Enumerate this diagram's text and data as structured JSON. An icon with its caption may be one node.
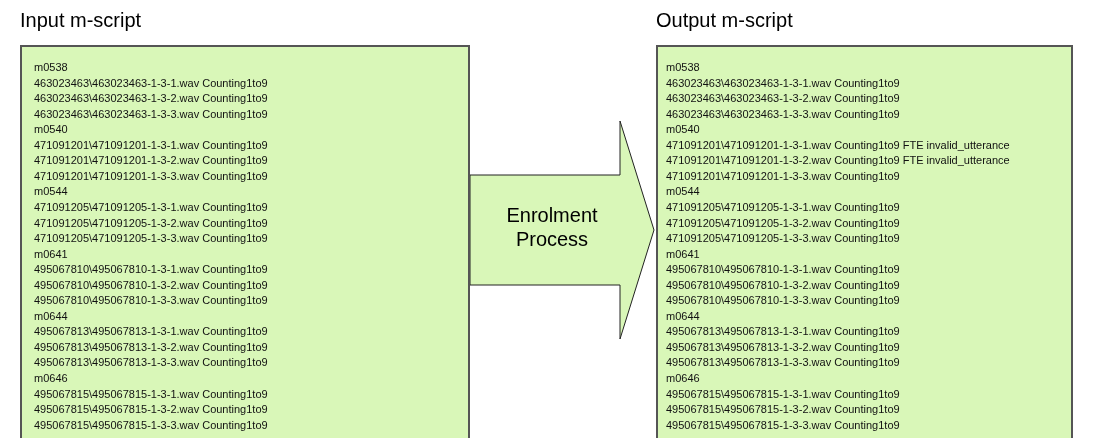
{
  "diagram": {
    "nodes": [
      {
        "text": [
          "Input m-script",
          "m0538",
          "463023463\\463023463-1-3-1.wav Counting1to9",
          "463023463\\463023463-1-3-2.wav Counting1to9",
          "463023463\\463023463-1-3-3.wav Counting1to9",
          "m0540",
          "471091201\\471091201-1-3-1.wav Counting1to9",
          "471091201\\471091201-1-3-2.wav Counting1to9",
          "471091201\\471091201-1-3-3.wav Counting1to9",
          "m0544",
          "471091205\\471091205-1-3-1.wav Counting1to9",
          "471091205\\471091205-1-3-2.wav Counting1to9",
          "471091205\\471091205-1-3-3.wav Counting1to9",
          "m0641",
          "495067810\\495067810-1-3-1.wav Counting1to9",
          "495067810\\495067810-1-3-2.wav Counting1to9",
          "495067810\\495067810-1-3-3.wav Counting1to9",
          "m0644",
          "495067813\\495067813-1-3-1.wav Counting1to9",
          "495067813\\495067813-1-3-2.wav Counting1to9",
          "495067813\\495067813-1-3-3.wav Counting1to9",
          "m0646",
          "495067815\\495067815-1-3-1.wav Counting1to9",
          "495067815\\495067815-1-3-2.wav Counting1to9",
          "495067815\\495067815-1-3-3.wav Counting1to9"
        ]
      },
      {
        "text": [
          "Output m-script",
          "m0538",
          "463023463\\463023463-1-3-1.wav Counting1to9",
          "463023463\\463023463-1-3-2.wav Counting1to9",
          "463023463\\463023463-1-3-3.wav Counting1to9",
          "m0540",
          "471091201\\471091201-1-3-1.wav Counting1to9 FTE invalid_utterance",
          "471091201\\471091201-1-3-2.wav Counting1to9 FTE invalid_utterance",
          "471091201\\471091201-1-3-3.wav Counting1to9",
          "m0544",
          "471091205\\471091205-1-3-1.wav Counting1to9",
          "471091205\\471091205-1-3-2.wav Counting1to9",
          "471091205\\471091205-1-3-3.wav Counting1to9",
          "m0641",
          "495067810\\495067810-1-3-1.wav Counting1to9",
          "495067810\\495067810-1-3-2.wav Counting1to9",
          "495067810\\495067810-1-3-3.wav Counting1to9",
          "m0644",
          "495067813\\495067813-1-3-1.wav Counting1to9",
          "495067813\\495067813-1-3-2.wav Counting1to9",
          "495067813\\495067813-1-3-3.wav Counting1to9",
          "m0646",
          "495067815\\495067815-1-3-1.wav Counting1to9",
          "495067815\\495067815-1-3-2.wav Counting1to9",
          "495067815\\495067815-1-3-3.wav Counting1to9"
        ]
      }
    ],
    "edges": [
      {
        "from": 0,
        "to": 1,
        "arrow": "to",
        "label": "Enrolment Process"
      }
    ]
  }
}
